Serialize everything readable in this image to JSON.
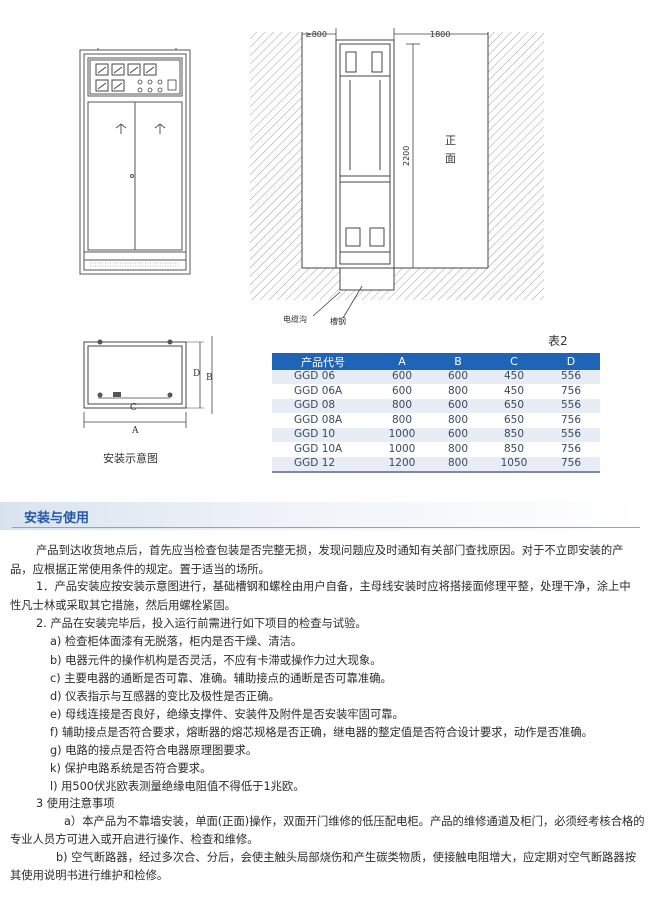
{
  "drawings": {
    "front_view": {
      "dim_gap": "≥800",
      "dim_depth": "1800",
      "dim_height": "2200",
      "front_label_1": "正",
      "front_label_2": "面",
      "label_cable_trench": "电缆沟",
      "label_channel_steel": "槽钢"
    },
    "plan_view": {
      "dim_a": "A",
      "dim_b": "B",
      "dim_c": "C",
      "dim_d": "D",
      "caption": "安装示意图"
    }
  },
  "table": {
    "label": "表2",
    "headers": [
      "产品代号",
      "A",
      "B",
      "C",
      "D"
    ],
    "rows": [
      [
        "GGD 06",
        "600",
        "600",
        "450",
        "556"
      ],
      [
        "GGD 06A",
        "600",
        "800",
        "450",
        "756"
      ],
      [
        "GGD 08",
        "800",
        "600",
        "650",
        "556"
      ],
      [
        "GGD 08A",
        "800",
        "800",
        "650",
        "756"
      ],
      [
        "GGD 10",
        "1000",
        "600",
        "850",
        "556"
      ],
      [
        "GGD 10A",
        "1000",
        "800",
        "850",
        "756"
      ],
      [
        "GGD 12",
        "1200",
        "800",
        "1050",
        "756"
      ]
    ]
  },
  "section": {
    "title": "安装与使用"
  },
  "body": {
    "p0a": "产品到达收货地点后，首先应当检查包装是否完整无损，发现问题应及时通知有关部门查找原因。对于不立即安装的产",
    "p0b": "品，应根据正常使用条件的规定。置于适当的场所。",
    "p1a": "1．产品安装应按安装示意图进行，基础槽钢和螺栓由用户自备，主母线安装时应将搭接面修理平整，处理干净，涂上中",
    "p1b": "性凡士林或采取其它措施，然后用螺栓紧固。",
    "p2": "2. 产品在安装完毕后，投入运行前需进行如下项目的检查与试验。",
    "a": "a) 检查柜体面漆有无脱落，柜内是否干燥、清洁。",
    "b": "b) 电器元件的操作机构是否灵活，不应有卡滞或操作力过大现象。",
    "c": "c) 主要电器的通断是否可靠、准确。辅助接点的通断是否可靠准确。",
    "d": "d) 仪表指示与互感器的变比及极性是否正确。",
    "e": "e) 母线连接是否良好，绝缘支撑件、安装件及附件是否安装牢固可靠。",
    "f": "f) 辅助接点是否符合要求，熔断器的熔芯规格是否正确，继电器的整定值是否符合设计要求，动作是否准确。",
    "g": "g) 电路的接点是否符合电器原理图要求。",
    "k": "k) 保护电路系统是否符合要求。",
    "l": "l) 用500伏兆欧表测量绝缘电阻值不得低于1兆欧。",
    "p3": "3 使用注意事项",
    "p3a1": "a）本产品为不靠墙安装，单面(正面)操作，双面开门维修的低压配电柜。产品的维修通道及柜门，必须经考核合格的",
    "p3a2": "专业人员方可进入或开启进行操作、检查和维修。",
    "p3b1": "b) 空气断路器，经过多次合、分后，会使主触头局部烧伤和产生碳类物质，使接触电阻增大，应定期对空气断路器按",
    "p3b2": "其使用说明书进行维护和检修。"
  }
}
